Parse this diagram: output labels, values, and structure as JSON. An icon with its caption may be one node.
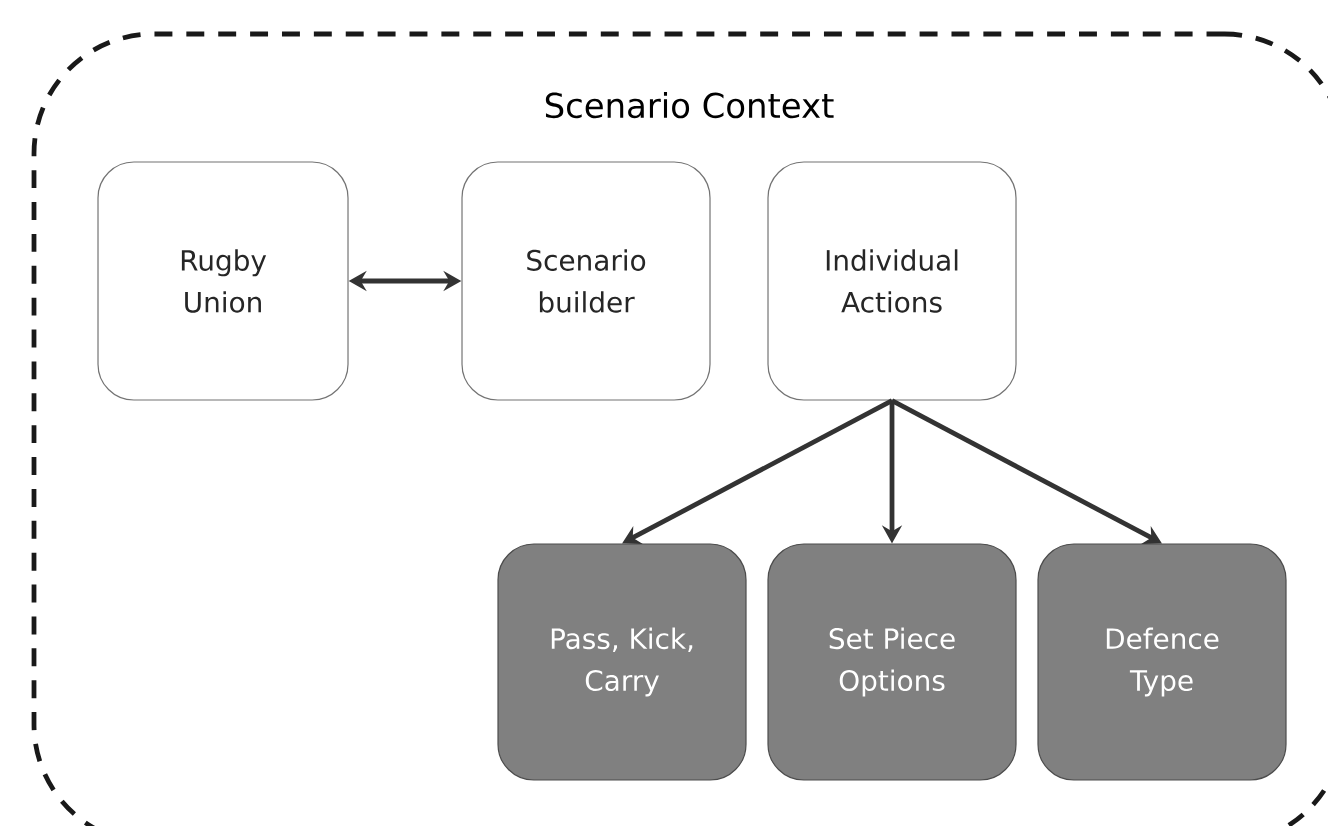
{
  "diagram": {
    "nodes": [
      {
        "text": [
          "Scenario Context"
        ]
      },
      {
        "text": [
          "Rugby Union"
        ],
        "in": 0
      },
      {
        "text": [
          "Scenario builder"
        ],
        "in": 0
      },
      {
        "text": [
          "Individual Actions"
        ],
        "in": 0
      },
      {
        "text": [
          "Pass, Kick, Carry"
        ],
        "in": 0
      },
      {
        "text": [
          "Set Piece Options"
        ],
        "in": 0
      },
      {
        "text": [
          "Defence Type"
        ],
        "in": 0
      }
    ],
    "edges": [
      {
        "from": 1,
        "to": 2,
        "arrow": "both"
      },
      {
        "from": 3,
        "to": 4,
        "arrow": "to"
      },
      {
        "from": 3,
        "to": 5,
        "arrow": "to"
      },
      {
        "from": 3,
        "to": 6,
        "arrow": "to"
      }
    ]
  }
}
